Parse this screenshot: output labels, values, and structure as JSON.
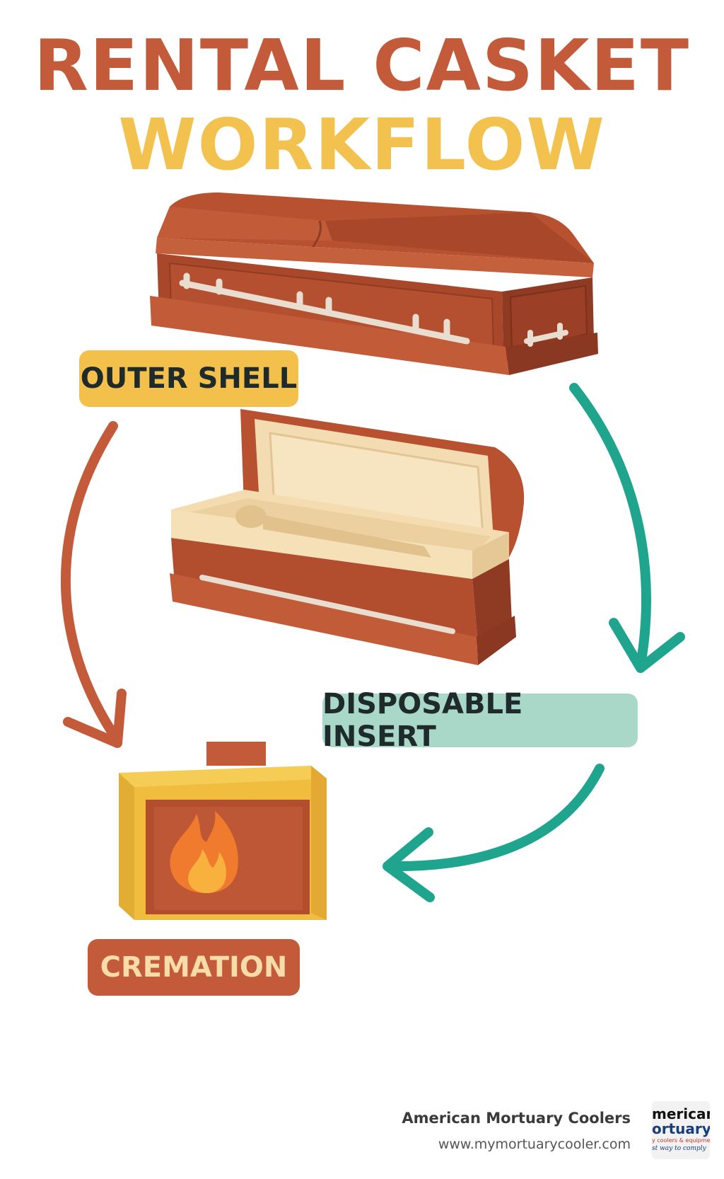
{
  "title": {
    "line1": "RENTAL CASKET",
    "line2": "WORKFLOW"
  },
  "nodes": {
    "outer_shell": "OUTER SHELL",
    "disposable_insert": "DISPOSABLE INSERT",
    "cremation": "CREMATION"
  },
  "footer": {
    "company": "American Mortuary Coolers",
    "url": "www.mymortuarycooler.com",
    "logo": {
      "line1": "merican",
      "line2": "ortuary",
      "line3": "y coolers & equipment",
      "line4": "st way to comply"
    }
  },
  "colors": {
    "rust": "#c35a3a",
    "gold": "#f2c14e",
    "teal": "#1fa58e",
    "mint": "#a9d7c8",
    "cream": "#f5dcb0"
  },
  "icons": [
    "closed-casket-icon",
    "open-casket-icon",
    "cremation-furnace-icon",
    "flame-icon"
  ]
}
